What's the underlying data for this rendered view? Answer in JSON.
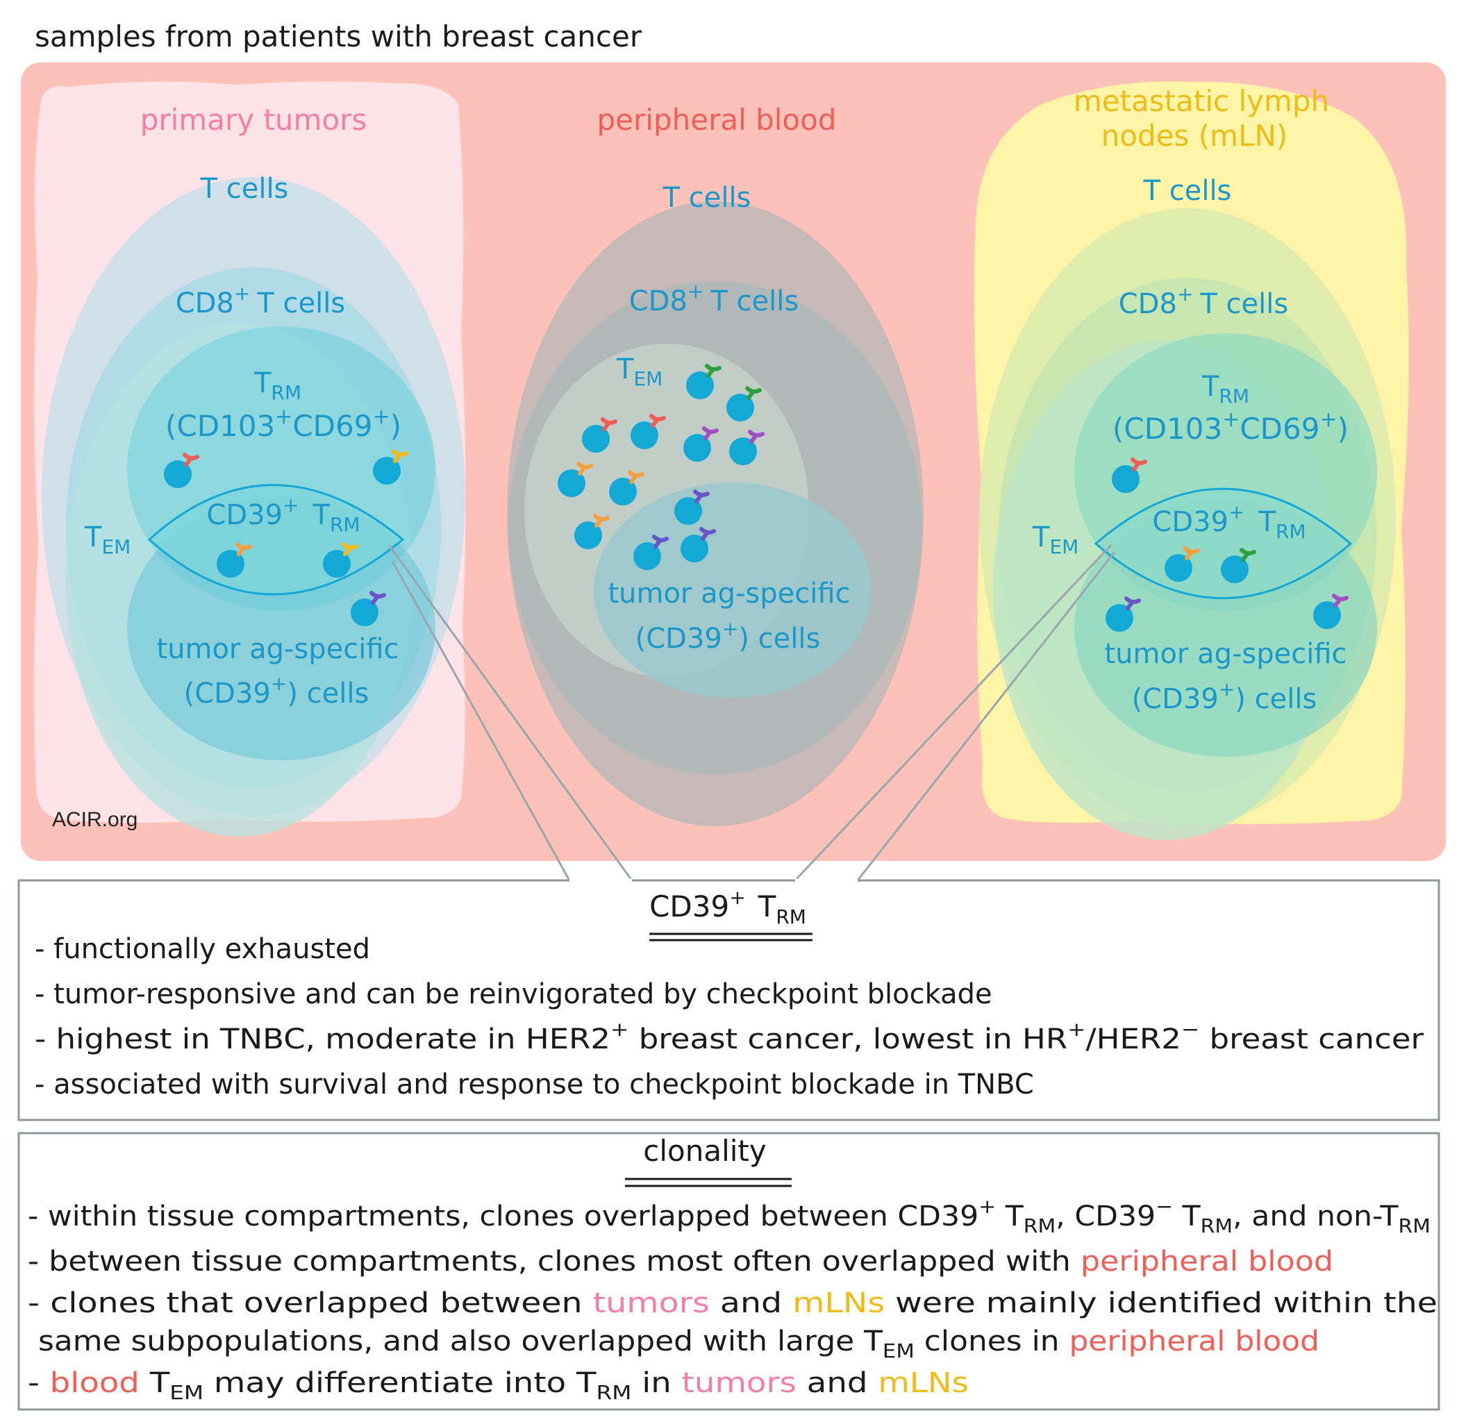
{
  "header": {
    "title": "samples from patients with breast cancer"
  },
  "watermark": "ACIR.org",
  "colors": {
    "panel_bg": "#fcc1b8",
    "tumor_bg": "#fde3e8",
    "lymph_bg": "#fdf4a8",
    "blue_text": "#1c97c9",
    "pink": "#f27fa8",
    "red": "#ef5f57",
    "yellow": "#eebc17",
    "cell": "#14a8d6",
    "line": "#9aa6ae",
    "box_border": "#8f979c"
  },
  "columns": {
    "tumor": {
      "title": "primary tumors",
      "t_cells": "T cells",
      "cd8": "CD8",
      "cd8_sup": "+",
      "cd8_suffix": "T cells",
      "trm": "T",
      "trm_sub": "RM",
      "trm_markers_a": "(CD103",
      "trm_markers_sup1": "+",
      "trm_markers_b": "CD69",
      "trm_markers_sup2": "+",
      "trm_markers_c": ")",
      "tem": "T",
      "tem_sub": "EM",
      "cd39trm": "CD39",
      "cd39trm_sup": "+",
      "cd39trm_t": "T",
      "cd39trm_sub": "RM",
      "tumor_ag_1": "tumor ag-specific",
      "tumor_ag_2a": "(CD39",
      "tumor_ag_2sup": "+",
      "tumor_ag_2b": ") cells"
    },
    "blood": {
      "title": "peripheral blood",
      "t_cells": "T cells",
      "cd8": "CD8",
      "cd8_sup": "+",
      "cd8_suffix": "T cells",
      "tem": "T",
      "tem_sub": "EM",
      "tumor_ag_1": "tumor ag-specific",
      "tumor_ag_2a": "(CD39",
      "tumor_ag_2sup": "+",
      "tumor_ag_2b": ") cells"
    },
    "lymph": {
      "title_1": "metastatic lymph",
      "title_2": "nodes (mLN)",
      "t_cells": "T cells",
      "cd8": "CD8",
      "cd8_sup": "+",
      "cd8_suffix": "T cells",
      "trm": "T",
      "trm_sub": "RM",
      "trm_markers_a": "(CD103",
      "trm_markers_sup1": "+",
      "trm_markers_b": "CD69",
      "trm_markers_sup2": "+",
      "trm_markers_c": ")",
      "tem": "T",
      "tem_sub": "EM",
      "cd39trm": "CD39",
      "cd39trm_sup": "+",
      "cd39trm_t": "T",
      "cd39trm_sub": "RM",
      "tumor_ag_1": "tumor ag-specific",
      "tumor_ag_2a": "(CD39",
      "tumor_ag_2sup": "+",
      "tumor_ag_2b": ") cells"
    }
  },
  "box1": {
    "title": "CD39",
    "title_sup": "+",
    "title_t": "T",
    "title_sub": "RM",
    "bullet1": "- functionally exhausted",
    "bullet2": "- tumor-responsive and can be reinvigorated by checkpoint blockade",
    "bullet3_a": "- highest in TNBC, moderate in HER2",
    "bullet3_sup1": "+",
    "bullet3_b": " breast cancer, lowest in HR",
    "bullet3_sup2": "+",
    "bullet3_c": "/HER2",
    "bullet3_sup3": "−",
    "bullet3_d": " breast cancer",
    "bullet4": "- associated with survival and response to checkpoint blockade in TNBC"
  },
  "box2": {
    "title": "clonality",
    "b1_a": "- within tissue compartments, clones overlapped between CD39",
    "b1_sup1": "+",
    "b1_b": " T",
    "b1_sub1": "RM",
    "b1_c": ", CD39",
    "b1_sup2": "−",
    "b1_d": " T",
    "b1_sub2": "RM",
    "b1_e": ", and non-T",
    "b1_sub3": "RM",
    "b2_a": "- between tissue compartments, clones most often overlapped with ",
    "b2_red": "peripheral blood",
    "b3_a": "- clones that overlapped between ",
    "b3_pink": "tumors",
    "b3_b": " and ",
    "b3_yellow": "mLNs",
    "b3_c": " were mainly identified within the",
    "b4_a": " same subpopulations, and also overlapped with large T",
    "b4_sub": "EM",
    "b4_b": " clones in ",
    "b4_red": "peripheral blood",
    "b5_a": "- ",
    "b5_red": "blood",
    "b5_b": " T",
    "b5_sub1": "EM",
    "b5_c": " may differentiate into T",
    "b5_sub2": "RM",
    "b5_d": " in ",
    "b5_pink": "tumors",
    "b5_e": " and ",
    "b5_yellow": "mLNs"
  }
}
